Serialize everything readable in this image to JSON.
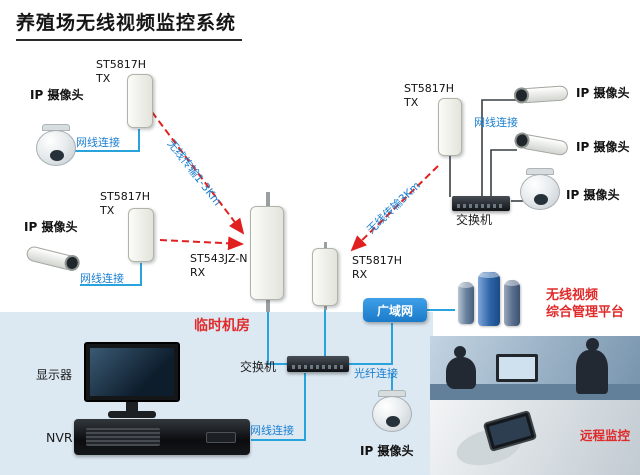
{
  "title": "养殖场无线视频监控系统",
  "colors": {
    "accent_red": "#e02b2b",
    "link_text_blue": "#1a7fd0",
    "line_blue": "#29a3dc",
    "arrow_red": "#e0201e",
    "wan_box_blue": "#1d86d8",
    "room_panel_bg": "#dce8f2"
  },
  "nodes": {
    "tx_top_left": {
      "model": "ST5817H",
      "role": "TX"
    },
    "tx_mid_left": {
      "model": "ST5817H",
      "role": "TX"
    },
    "tx_right": {
      "model": "ST5817H",
      "role": "TX"
    },
    "rx_center": {
      "model": "ST543JZ-N",
      "role": "RX"
    },
    "rx_right": {
      "model": "ST5817H",
      "role": "RX"
    }
  },
  "labels": {
    "ip_camera": "IP 摄像头",
    "lan_link": "网线连接",
    "fiber_link": "光纤连接",
    "wireless_1_3km": "无线传输1-3Km",
    "wireless_3km": "无线传输3Km",
    "switch": "交换机",
    "monitor": "显示器",
    "nvr": "NVR",
    "temp_room": "临时机房",
    "wan": "广域网",
    "platform_line1": "无线视频",
    "platform_line2": "综合管理平台",
    "remote_monitoring": "远程监控"
  }
}
